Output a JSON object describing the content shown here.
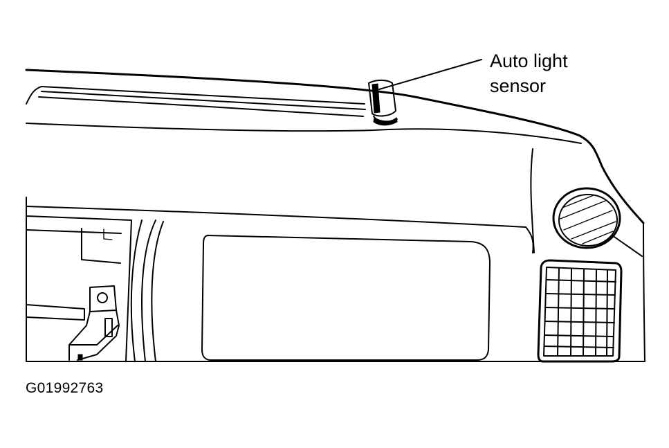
{
  "callout": {
    "line1": "Auto light",
    "line2": "sensor"
  },
  "figure_id": "G01992763"
}
